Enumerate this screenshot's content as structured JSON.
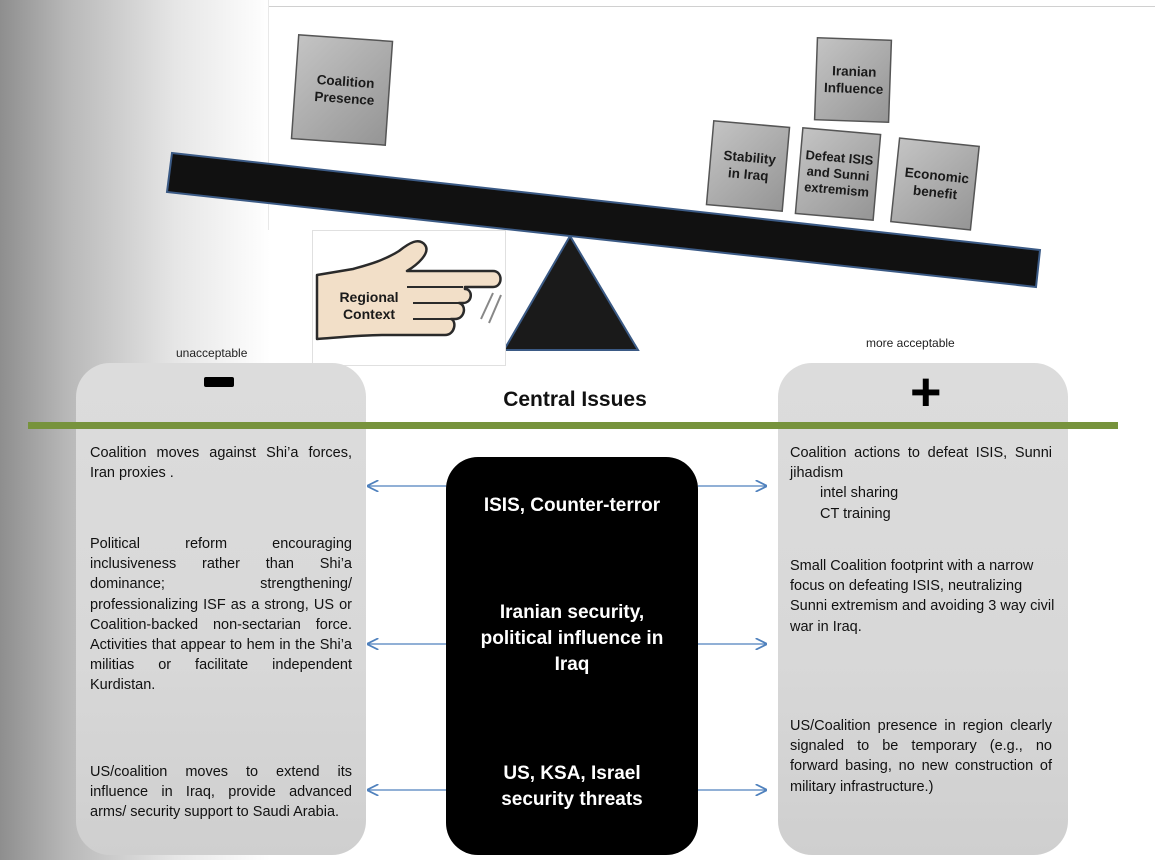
{
  "scale": {
    "left_box": "Coalition\nPresence",
    "top_box": "Iranian\nInfluence",
    "bottom_boxes": [
      "Stability\nin Iraq",
      "Defeat ISIS\nand Sunni\nextremism",
      "Economic\nbenefit"
    ],
    "hand_label": "Regional\nContext",
    "box_color": "#a6a6a6",
    "beam_color": "#111111"
  },
  "labels": {
    "left": "unacceptable",
    "right": "more acceptable"
  },
  "central": {
    "title": "Central Issues",
    "minus": "−",
    "plus": "+",
    "items": [
      "ISIS, Counter-terror",
      "Iranian security, political influence in Iraq",
      "US, KSA, Israel security threats"
    ]
  },
  "left_column": [
    "Coalition moves against Shi’a forces, Iran proxies .",
    "Political reform encouraging inclusiveness rather than Shi’a dominance; strengthening/ professionalizing ISF as a strong, US or Coalition-backed non-sectarian force. Activities that appear to hem in the Shi’a militias or facilitate independent Kurdistan.",
    "US/coalition moves to extend its influence in Iraq, provide advanced arms/ security support to Saudi Arabia."
  ],
  "right_column": {
    "p1": "Coalition actions to defeat ISIS, Sunni jihadism",
    "p1_sub": [
      "intel sharing",
      "CT training"
    ],
    "p2": "Small Coalition footprint with a narrow focus on defeating ISIS, neutralizing Sunni extremism and avoiding 3 way civil war in Iraq.",
    "p3": "US/Coalition presence in region clearly signaled to be temporary (e.g., no forward basing, no new construction of military infrastructure.)"
  },
  "colors": {
    "green_rule": "#77933c",
    "arrow": "#4f81bd",
    "panel": "#d9d9d9"
  }
}
